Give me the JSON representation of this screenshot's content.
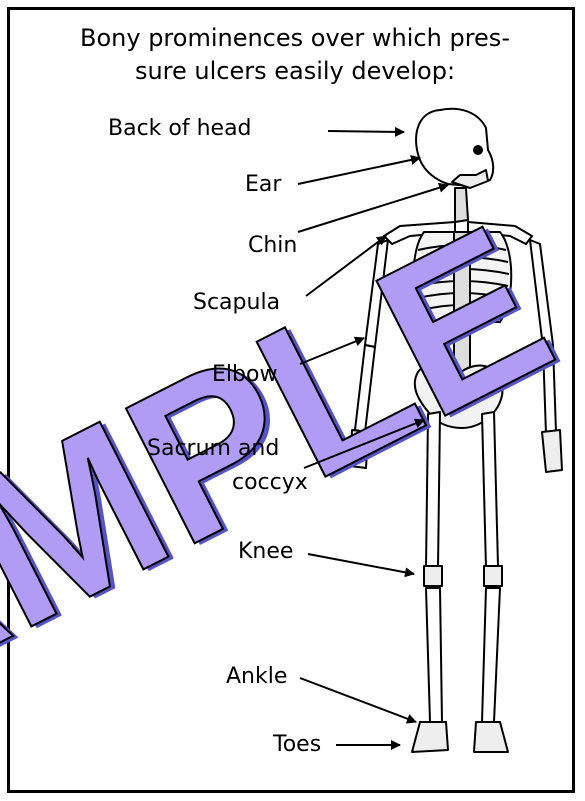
{
  "title": {
    "line1": "Bony prominences over which pres-",
    "line2": "sure ulcers easily develop:"
  },
  "labels": {
    "back_of_head": "Back of head",
    "ear": "Ear",
    "chin": "Chin",
    "scapula": "Scapula",
    "elbow": "Elbow",
    "sacrum_line1": "Sacrum and",
    "sacrum_line2": "coccyx",
    "knee": "Knee",
    "ankle": "Ankle",
    "toes": "Toes"
  },
  "watermark": {
    "text": "SAMPLE",
    "fill": "#b09cf5",
    "shadow": "#5553c8"
  },
  "colors": {
    "border": "#000000",
    "bone_fill": "#ffffff",
    "bone_stroke": "#000000"
  }
}
